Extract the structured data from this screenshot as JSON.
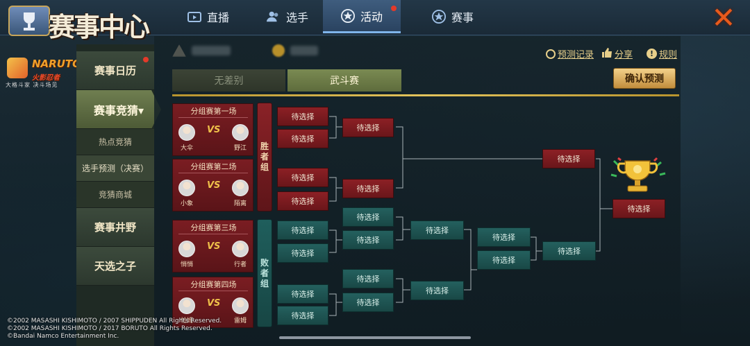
{
  "header": {
    "title": "赛事中心",
    "tabs": [
      {
        "label": "直播",
        "icon": "tv-icon"
      },
      {
        "label": "选手",
        "icon": "players-icon"
      },
      {
        "label": "活动",
        "icon": "star-icon",
        "active": true
      },
      {
        "label": "赛事",
        "icon": "star-icon"
      }
    ],
    "close_label": "✕"
  },
  "brand": {
    "name": "NARUTO",
    "sub_name": "火影忍者",
    "slogan": "大格斗家 决斗场见"
  },
  "sidebar": {
    "items": [
      {
        "label": "赛事日历",
        "type": "main"
      },
      {
        "label": "赛事竞猜▾",
        "type": "active"
      },
      {
        "label": "热点竞猜",
        "type": "sub"
      },
      {
        "label": "选手预测（决赛）",
        "type": "sub",
        "selected": true
      },
      {
        "label": "竞猜商城",
        "type": "sub"
      },
      {
        "label": "赛事井野",
        "type": "main"
      },
      {
        "label": "天选之子",
        "type": "main"
      }
    ]
  },
  "toolbar": {
    "record_label": "预测记录",
    "share_label": "分享",
    "rules_label": "规则",
    "confirm_label": "确认预测"
  },
  "mode_tabs": [
    {
      "label": "无差别",
      "active": false
    },
    {
      "label": "武斗赛",
      "active": true
    }
  ],
  "matches": [
    {
      "title": "分组赛第一场",
      "p1": "大伞",
      "p2": "野江"
    },
    {
      "title": "分组赛第二场",
      "p1": "小象",
      "p2": "陌离"
    },
    {
      "title": "分组赛第三场",
      "p1": "悄悄",
      "p2": "行者"
    },
    {
      "title": "分组赛第四场",
      "p1": "帕姆",
      "p2": "雷姆"
    }
  ],
  "vs_label": "VS",
  "groups": {
    "winners": [
      "胜",
      "者",
      "组"
    ],
    "losers": [
      "败",
      "者",
      "组"
    ]
  },
  "slot_label": "待选择",
  "footer": {
    "copyright_1": "©2002 MASASHI KISHIMOTO / 2007 SHIPPUDEN All Rights Reserved.",
    "copyright_2": "©2002 MASASHI KISHIMOTO / 2017 BORUTO All Rights Reserved.",
    "copyright_3": "©Bandai Namco Entertainment Inc."
  },
  "colors": {
    "accent_gold": "#e3c45c",
    "winners_red": "#8c2025",
    "losers_teal": "#24605e"
  }
}
